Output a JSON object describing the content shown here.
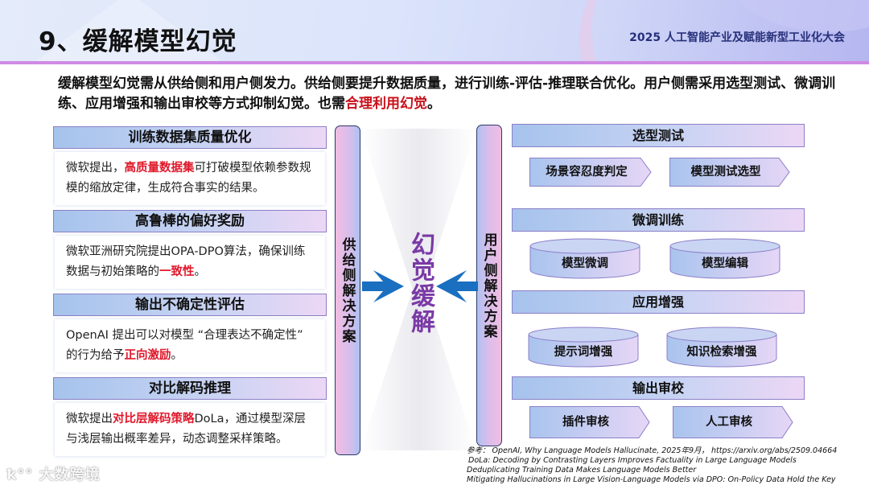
{
  "header": {
    "title": "9、缓解模型幻觉",
    "conference": "2025 人工智能产业及赋能新型工业化大会"
  },
  "intro": {
    "text_main": "缓解模型幻觉需从供给侧和用户侧发力。供给侧要提升数据质量，进行训练-评估-推理联合优化。用户侧需采用选型测试、微调训练、应用增强和输出审校等方式抑制幻觉。也需",
    "text_highlight": "合理利用幻觉",
    "text_end": "。"
  },
  "supply_side": {
    "label": "供给侧解决方案",
    "sections": [
      {
        "title": "训练数据集质量优化",
        "body_pre": "微软提出，",
        "body_highlight": "高质量数据集",
        "body_post": "可打破模型依赖参数规模的缩放定律，生成符合事实的结果。"
      },
      {
        "title": "高鲁棒的偏好奖励",
        "body_pre": "微软亚洲研究院提出OPA-DPO算法，确保训练数据与初始策略的",
        "body_highlight": "一致性",
        "body_post": "。"
      },
      {
        "title": "输出不确定性评估",
        "body_pre": "OpenAI 提出可以对模型 “合理表达不确定性” 的行为给予",
        "body_highlight": "正向激励",
        "body_post": "。"
      },
      {
        "title": "对比解码推理",
        "body_pre": "微软提出",
        "body_highlight": "对比层解码策略",
        "body_post": "DoLa，通过模型深层与浅层输出概率差异，动态调整采样策略。"
      }
    ]
  },
  "center": {
    "label": "幻觉缓解",
    "arrow_color": "#1a6fc0"
  },
  "user_side": {
    "label": "用户侧解决方案",
    "sections": [
      {
        "title": "选型测试",
        "shape": "chevron",
        "items": [
          "场景容忍度判定",
          "模型测试选型"
        ]
      },
      {
        "title": "微调训练",
        "shape": "cylinder",
        "items": [
          "模型微调",
          "模型编辑"
        ]
      },
      {
        "title": "应用增强",
        "shape": "cylinder",
        "items": [
          "提示词增强",
          "知识检索增强"
        ]
      },
      {
        "title": "输出审校",
        "shape": "chevron",
        "items": [
          "插件审核",
          "人工审核"
        ]
      }
    ]
  },
  "references": [
    "参考：  OpenAI, Why Language Models Hallucinate, 2025年9月，  https://arxiv.org/abs/2509.04664",
    "DoLa: Decoding by Contrasting Layers Improves Factuality in Large Language Models",
    "Deduplicating Training Data Makes Language Models Better",
    "Mitigating Hallucinations in Large Vision-Language Models via DPO: On-Policy Data Hold the Key"
  ],
  "watermark": "大数跨境",
  "colors": {
    "highlight_red": "#e0182a",
    "intro_red": "#c8101a",
    "center_purple": "#7a3aa6",
    "header_line": "#cf8ae3",
    "conference_text": "#27307a"
  }
}
